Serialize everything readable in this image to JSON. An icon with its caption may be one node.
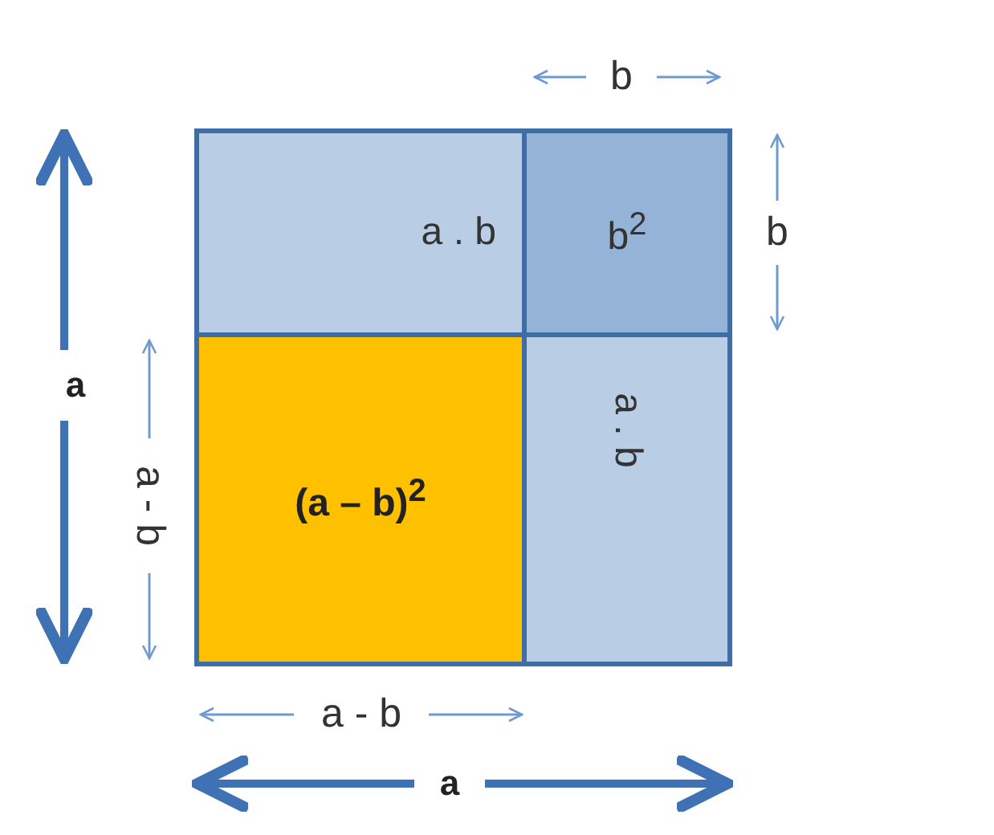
{
  "diagram": {
    "nodes": [
      {
        "text": [
          "a . b"
        ]
      },
      {
        "text": [
          "b$^{2}$"
        ]
      },
      {
        "text": [
          "(a – b)$^{2}$"
        ]
      },
      {
        "text": [
          "a . b"
        ]
      }
    ],
    "labels": [
      "b",
      "b",
      "a",
      "a - b",
      "a - b",
      "a"
    ]
  }
}
